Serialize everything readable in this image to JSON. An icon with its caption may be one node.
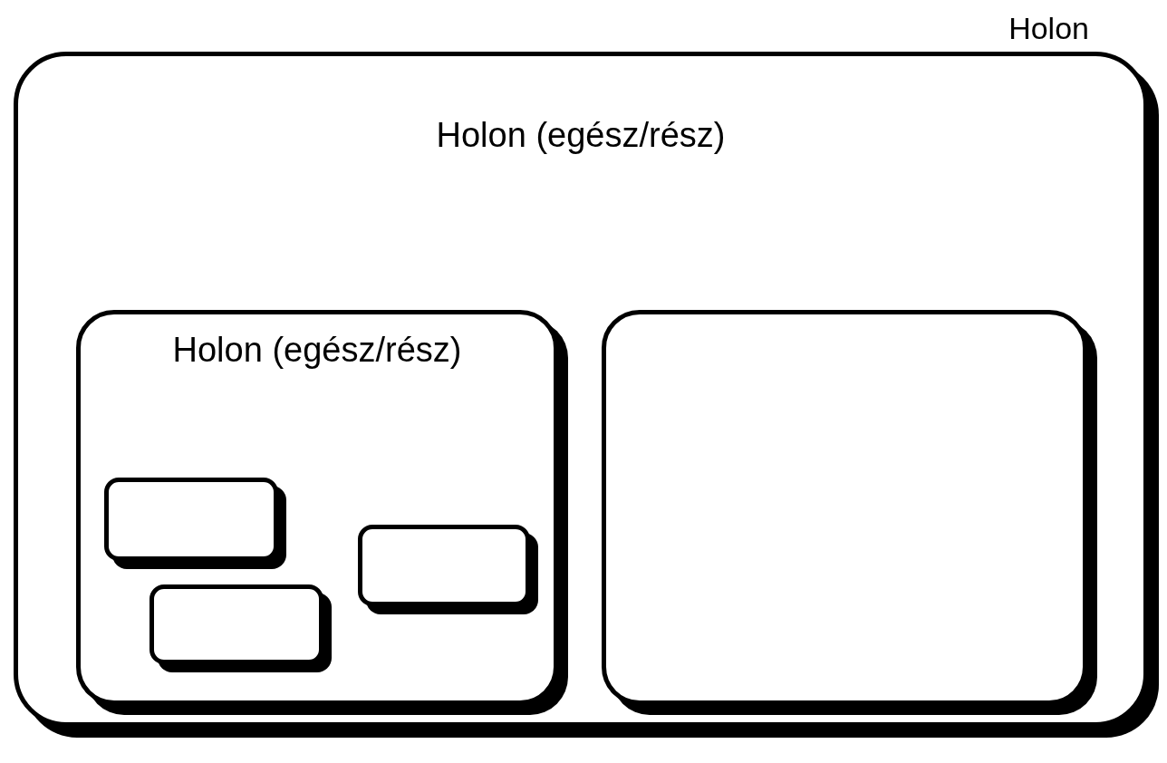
{
  "diagram": {
    "nodes": [
      {
        "text": [
          "Holon (egész/rész)"
        ],
        "beside": [
          "Holon"
        ]
      },
      {
        "text": [
          "Holon (egész/rész)"
        ],
        "in": 0
      },
      {
        "text": [],
        "shape": "box",
        "in": 0
      },
      {
        "text": [],
        "shape": "box",
        "in": 1
      },
      {
        "text": [],
        "shape": "box",
        "in": 1
      },
      {
        "text": [],
        "shape": "box",
        "in": 1
      }
    ]
  }
}
